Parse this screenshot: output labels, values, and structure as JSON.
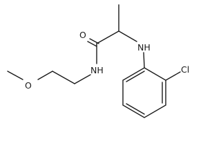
{
  "molecule": {
    "atoms": {
      "o_carbonyl": "O",
      "nh_amide": "NH",
      "nh_amine": "NH",
      "cl": "Cl",
      "o_ether": "O"
    }
  }
}
